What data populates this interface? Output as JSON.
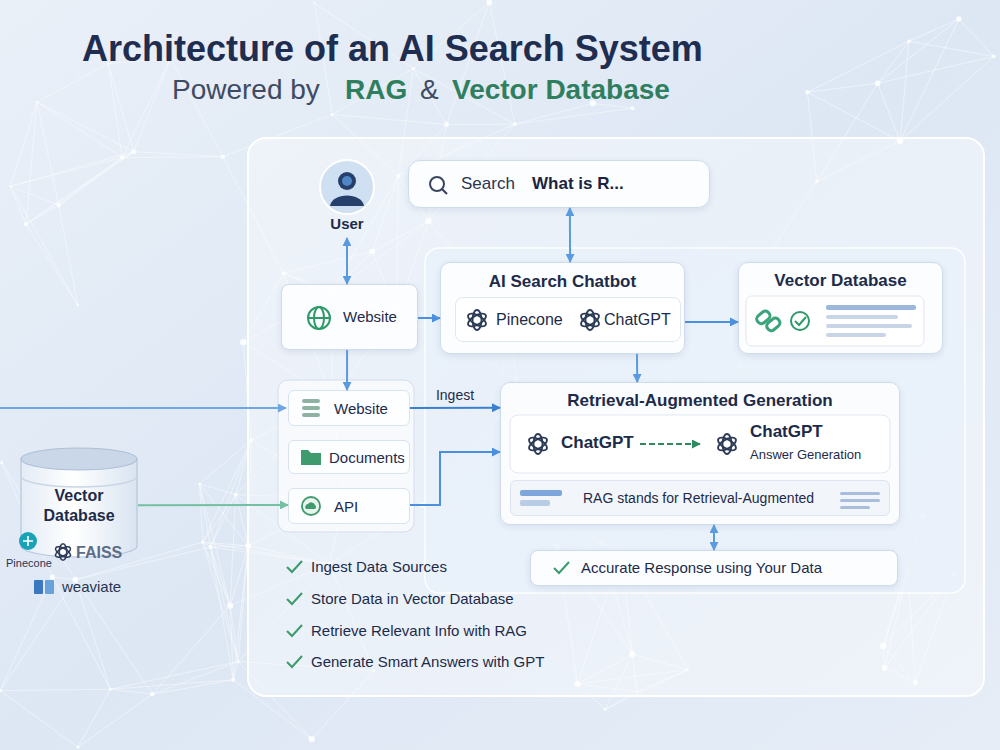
{
  "diagram": {
    "title": "Architecture of an AI Search System",
    "nodes": [
      {
        "text": [
          "User"
        ]
      },
      {
        "text": [
          "Search",
          "What is R..."
        ]
      },
      {
        "text": [
          "Website"
        ]
      },
      {
        "text": [
          "AI Search Chatbot"
        ]
      },
      {
        "text": [
          "Pinecone",
          "ChatGPT"
        ],
        "in": 3
      },
      {
        "text": [
          "Vector Database"
        ]
      },
      {
        "text": [
          "Website"
        ]
      },
      {
        "text": [
          "Documents"
        ]
      },
      {
        "text": [
          "API"
        ]
      },
      {
        "text": [
          "Retrieval-Augmented Generation"
        ]
      },
      {
        "text": [
          "ChatGPT"
        ],
        "in": 9
      },
      {
        "text": [
          "ChatGPT",
          "Answer Generation"
        ],
        "in": 9
      },
      {
        "text": [
          "RAG stands for Retrieval-Augmented"
        ],
        "in": 9
      },
      {
        "text": [
          "Accurate Response using Your Data"
        ]
      },
      {
        "text": [
          "Vector Database"
        ]
      }
    ],
    "edges": [
      {
        "from": 0,
        "to": 2,
        "arrow": "both"
      },
      {
        "from": 1,
        "to": 3,
        "arrow": "both"
      },
      {
        "from": 2,
        "to": 3,
        "arrow": "to"
      },
      {
        "from": 3,
        "to": 5,
        "arrow": "to"
      },
      {
        "from": 3,
        "to": 9,
        "arrow": "to"
      },
      {
        "from": 2,
        "to": 6,
        "arrow": "to"
      },
      {
        "from": 6,
        "to": 9,
        "label": "Ingest",
        "arrow": "to"
      },
      {
        "from": 8,
        "to": 9,
        "arrow": "to"
      },
      {
        "from": 10,
        "to": 11,
        "arrow": "to"
      },
      {
        "from": 9,
        "to": 13,
        "arrow": "both"
      },
      {
        "from": 14,
        "to": 8,
        "arrow": "to"
      }
    ],
    "labels": [
      "Powered by",
      "RAG",
      "&",
      "Vector Database",
      "Ingest Data Sources",
      "Store Data in Vector Database",
      "Retrieve Relevant Info with RAG",
      "Generate Smart Answers with GPT",
      "Pinecone",
      "FAISS",
      "weaviate"
    ]
  }
}
